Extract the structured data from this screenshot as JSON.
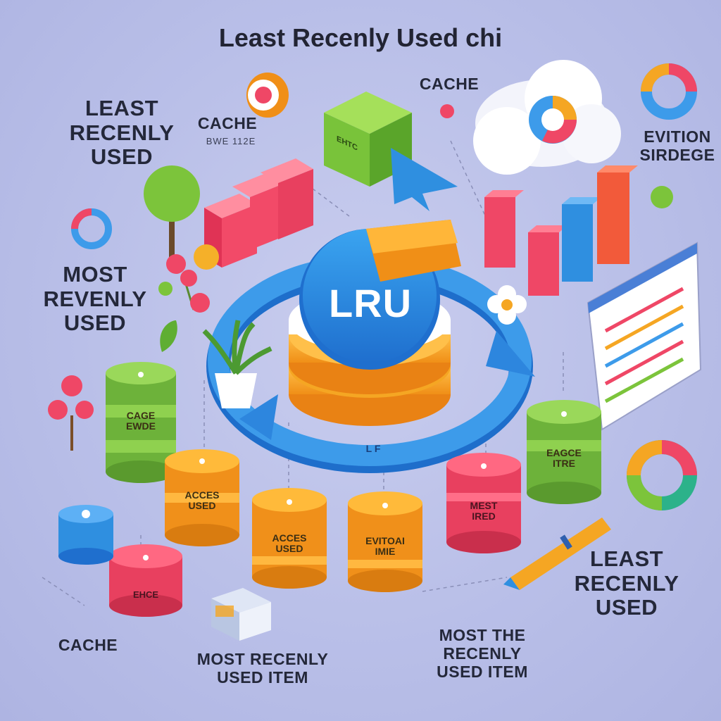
{
  "title": "Least Recenly Used chi",
  "center_badge": "LRU",
  "ring_label": "L F",
  "labels": {
    "lru_top_left": "LEAST\nRECENLY\nUSED",
    "cache_top_left": "CACHE",
    "cache_top_left_sub": "BWE 112E",
    "cache_top_center": "CACHE",
    "eviction_right": "EVITION\nSIRDEGE",
    "mru_left": "MOST\nREVENLY\nUSED",
    "lru_bottom_right": "LEAST\nRECENLY\nUSED",
    "cache_bottom_left": "CACHE",
    "mru_item_bottom": "MOST RECENLY\nUSED ITEM",
    "mru_item_bottom_right": "MOST THE\nRECENLY\nUSED  ITEM"
  },
  "icon_text": {
    "green_box": "EHTC",
    "orange_tag": "",
    "green_can_left": "CAGE\nEWDE",
    "orange_can_1": "ACCES\nUSED",
    "orange_can_2": "ACCES\nUSED",
    "orange_can_3": "EVITOAI\nIMIE",
    "red_can_right": "MEST\nIRED",
    "green_can_right": "EAGCE\nITRE",
    "red_can_bottom": "EHCE"
  },
  "colors": {
    "background": "#b9bfe8",
    "blue": "#2f8fe0",
    "orange": "#f5a623",
    "green": "#7cc43b",
    "red": "#ef4766",
    "text": "#24283a"
  }
}
